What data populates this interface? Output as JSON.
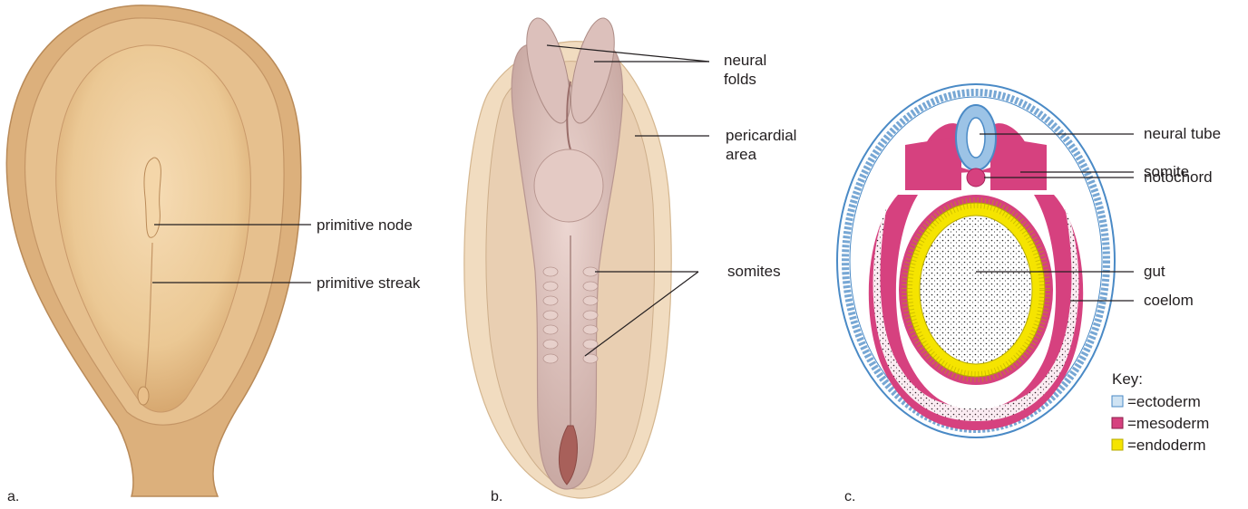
{
  "panels": [
    {
      "id": "a",
      "label": "a.",
      "callouts": [
        "primitive node",
        "primitive streak"
      ]
    },
    {
      "id": "b",
      "label": "b.",
      "callouts": [
        "neural",
        "folds",
        "pericardial",
        "area",
        "somites"
      ]
    },
    {
      "id": "c",
      "label": "c.",
      "callouts": [
        "neural tube",
        "somite",
        "notochord",
        "gut",
        "coelom"
      ]
    }
  ],
  "key": {
    "title": "Key:",
    "items": [
      {
        "label": "=ectoderm",
        "color": "#cfe3f3"
      },
      {
        "label": "=mesoderm",
        "color": "#d6417f"
      },
      {
        "label": "=endoderm",
        "color": "#f5e400"
      }
    ]
  },
  "colors": {
    "embryo_tan": "#e8c79a",
    "embryo_pink": "#dcc0bb",
    "ectoderm_blue": "#4a8ac6",
    "mesoderm_magenta": "#d6417f",
    "endoderm_yellow": "#f5e400"
  }
}
